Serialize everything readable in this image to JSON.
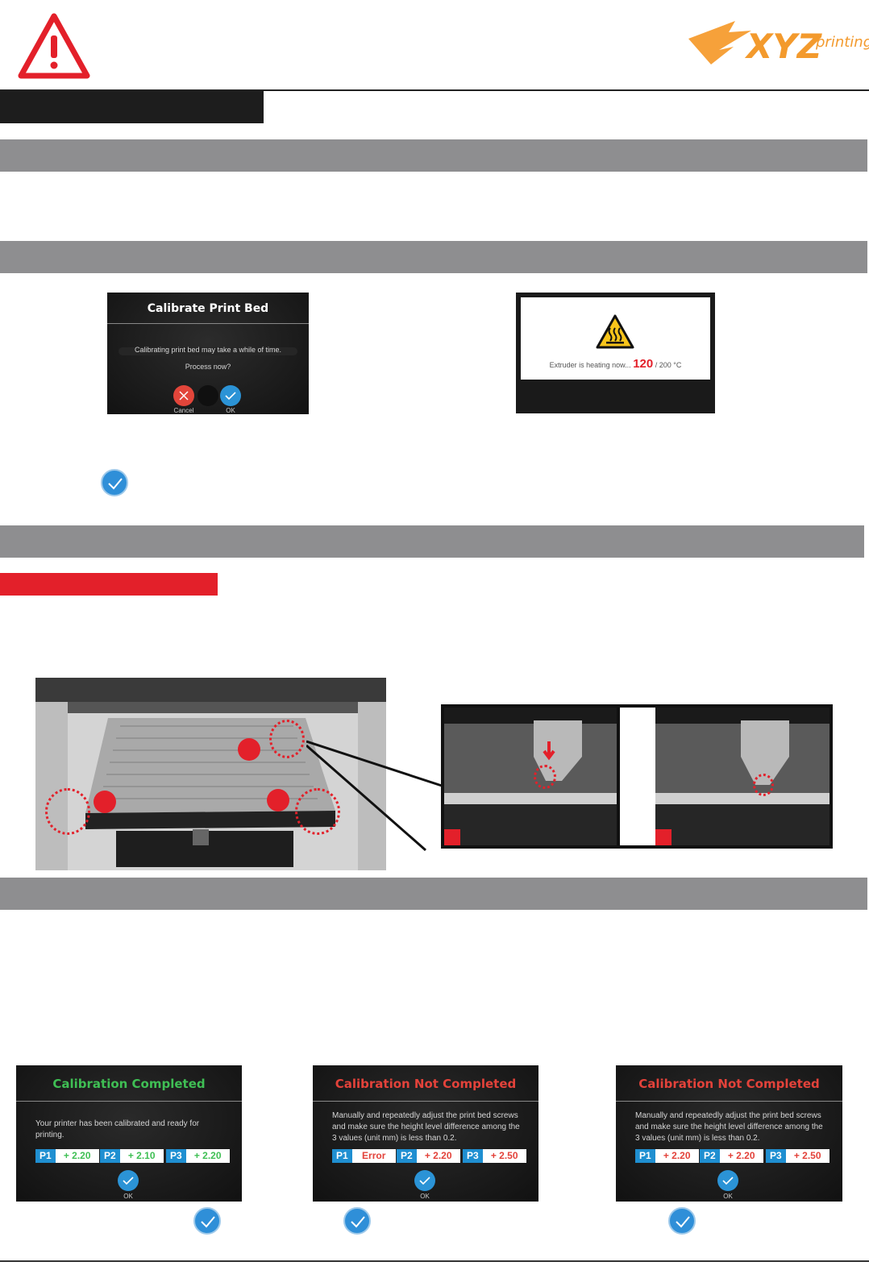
{
  "colors": {
    "accent_red": "#e3202a",
    "band_gray": "#8e8e90",
    "ok_blue": "#2f8fd8",
    "success_green": "#3fbf54"
  },
  "icons": {
    "warning": "warning-triangle-icon",
    "brand": "xyzprinting-logo",
    "check": "check-icon",
    "heat": "hot-surface-icon"
  },
  "logo": {
    "text1": "XYZ",
    "text2": "printing"
  },
  "screen1": {
    "title": "Calibrate Print Bed",
    "line1": "Calibrating print bed may take a while of time.",
    "line2": "Process now?",
    "cancel": "Cancel",
    "ok": "OK"
  },
  "screen2": {
    "msg": "Extruder is heating now...",
    "temp": "120",
    "target": "/ 200 °C"
  },
  "result_ok": {
    "title": "Calibration Completed",
    "msg": "Your printer has been calibrated and ready for printing.",
    "p1": "P1",
    "v1": "+ 2.20",
    "p2": "P2",
    "v2": "+ 2.10",
    "p3": "P3",
    "v3": "+ 2.20",
    "ok": "OK"
  },
  "result_err1": {
    "title": "Calibration Not Completed",
    "msg": "Manually and repeatedly adjust the print bed screws and make sure the height level difference among the 3 values (unit mm) is less than 0.2.",
    "p1": "P1",
    "v1": "Error",
    "p2": "P2",
    "v2": "+ 2.20",
    "p3": "P3",
    "v3": "+ 2.50",
    "ok": "OK"
  },
  "result_err2": {
    "title": "Calibration Not Completed",
    "msg": "Manually and repeatedly adjust the print bed screws and make sure the height level difference among the 3 values (unit mm) is less than 0.2.",
    "p1": "P1",
    "v1": "+ 2.20",
    "p2": "P2",
    "v2": "+ 2.20",
    "p3": "P3",
    "v3": "+ 2.50",
    "ok": "OK"
  }
}
